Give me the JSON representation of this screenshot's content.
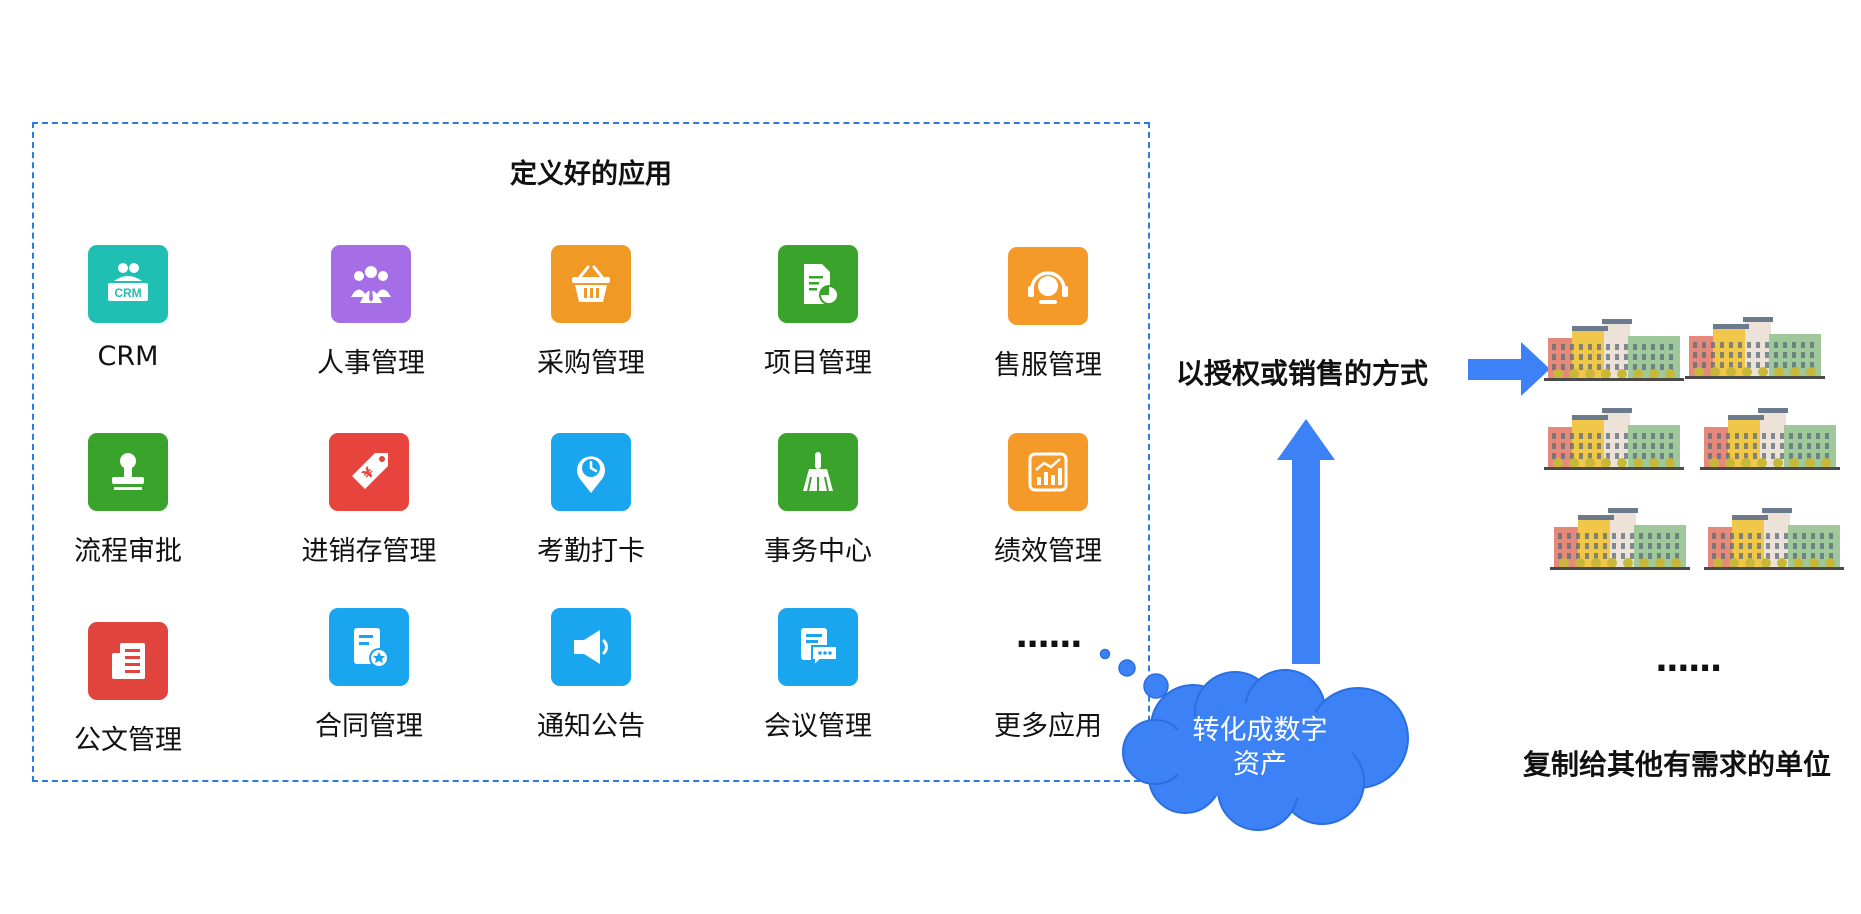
{
  "panel": {
    "title": "定义好的应用"
  },
  "apps": [
    {
      "label": "CRM",
      "icon": "crm-icon",
      "color": "#1fbfb3"
    },
    {
      "label": "人事管理",
      "icon": "people-icon",
      "color": "#a66ee6"
    },
    {
      "label": "采购管理",
      "icon": "basket-icon",
      "color": "#f09a25"
    },
    {
      "label": "项目管理",
      "icon": "document-chart-icon",
      "color": "#3aa32b"
    },
    {
      "label": "售服管理",
      "icon": "headset-icon",
      "color": "#f59a28"
    },
    {
      "label": "流程审批",
      "icon": "stamp-icon",
      "color": "#3aa32b"
    },
    {
      "label": "进销存管理",
      "icon": "price-tag-icon",
      "color": "#e8443e"
    },
    {
      "label": "考勤打卡",
      "icon": "location-pin-icon",
      "color": "#1aa5ef"
    },
    {
      "label": "事务中心",
      "icon": "broom-icon",
      "color": "#3aa32b"
    },
    {
      "label": "绩效管理",
      "icon": "performance-chart-icon",
      "color": "#f59a28"
    },
    {
      "label": "公文管理",
      "icon": "official-document-icon",
      "color": "#e0443c"
    },
    {
      "label": "合同管理",
      "icon": "contract-icon",
      "color": "#1aa5ef"
    },
    {
      "label": "通知公告",
      "icon": "megaphone-icon",
      "color": "#1aa5ef"
    },
    {
      "label": "会议管理",
      "icon": "meeting-chat-icon",
      "color": "#1aa5ef"
    }
  ],
  "more_apps": {
    "dots": "......",
    "label": "更多应用"
  },
  "cloud": {
    "line1": "转化成数字",
    "line2": "资产",
    "color": "#3c82f6"
  },
  "license_text": "以授权或销售的方式",
  "copy_text": "复制给其他有需求的单位",
  "units_dots": "......",
  "colors": {
    "accent": "#2b7be4",
    "arrow": "#3c82f6"
  }
}
